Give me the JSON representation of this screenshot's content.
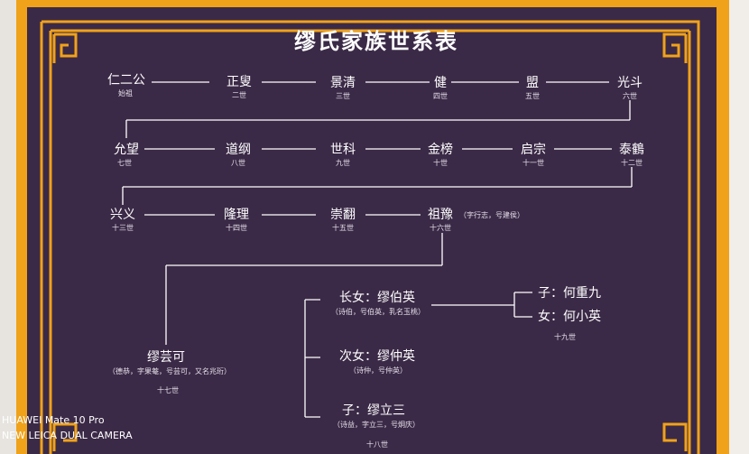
{
  "title": "缪氏家族世系表",
  "row1": [
    {
      "name": "仁二公",
      "gen": "始祖"
    },
    {
      "name": "正叟",
      "gen": "二世"
    },
    {
      "name": "景清",
      "gen": "三世"
    },
    {
      "name": "健",
      "gen": "四世"
    },
    {
      "name": "盟",
      "gen": "五世"
    },
    {
      "name": "光斗",
      "gen": "六世"
    }
  ],
  "row2": [
    {
      "name": "允望",
      "gen": "七世"
    },
    {
      "name": "道纲",
      "gen": "八世"
    },
    {
      "name": "世科",
      "gen": "九世"
    },
    {
      "name": "金榜",
      "gen": "十世"
    },
    {
      "name": "启宗",
      "gen": "十一世"
    },
    {
      "name": "泰鶴",
      "gen": "十二世"
    }
  ],
  "row3": [
    {
      "name": "兴义",
      "gen": "十三世"
    },
    {
      "name": "隆理",
      "gen": "十四世"
    },
    {
      "name": "崇翻",
      "gen": "十五世"
    },
    {
      "name": "祖豫",
      "gen": "十六世",
      "note": "（字行志，号建侯）"
    }
  ],
  "gen17": {
    "name": "缪芸可",
    "note": "（德恭，字果菴，号芸可，又名兆珩）",
    "gen": "十七世"
  },
  "gen18": {
    "children": [
      {
        "name": "长女：缪伯英",
        "note": "（诗伯，号伯英，乳名玉桃）"
      },
      {
        "name": "次女：缪仲英",
        "note": "（诗仲，号仲英）"
      },
      {
        "name": "子：缪立三",
        "note": "（诗益，字立三，号炯庆）"
      }
    ],
    "gen": "十八世"
  },
  "gen19": {
    "children": [
      {
        "name": "子：何重九"
      },
      {
        "name": "女：何小英"
      }
    ],
    "gen": "十九世"
  },
  "camera": {
    "line1": "HUAWEI Mate 10 Pro",
    "line2": "NEW LEICA DUAL CAMERA"
  },
  "colors": {
    "board": "#3b2a47",
    "frame_orange": "#f0a21a",
    "line": "#ffffff",
    "text": "#ffffff",
    "wall": "#e9e6e1"
  }
}
